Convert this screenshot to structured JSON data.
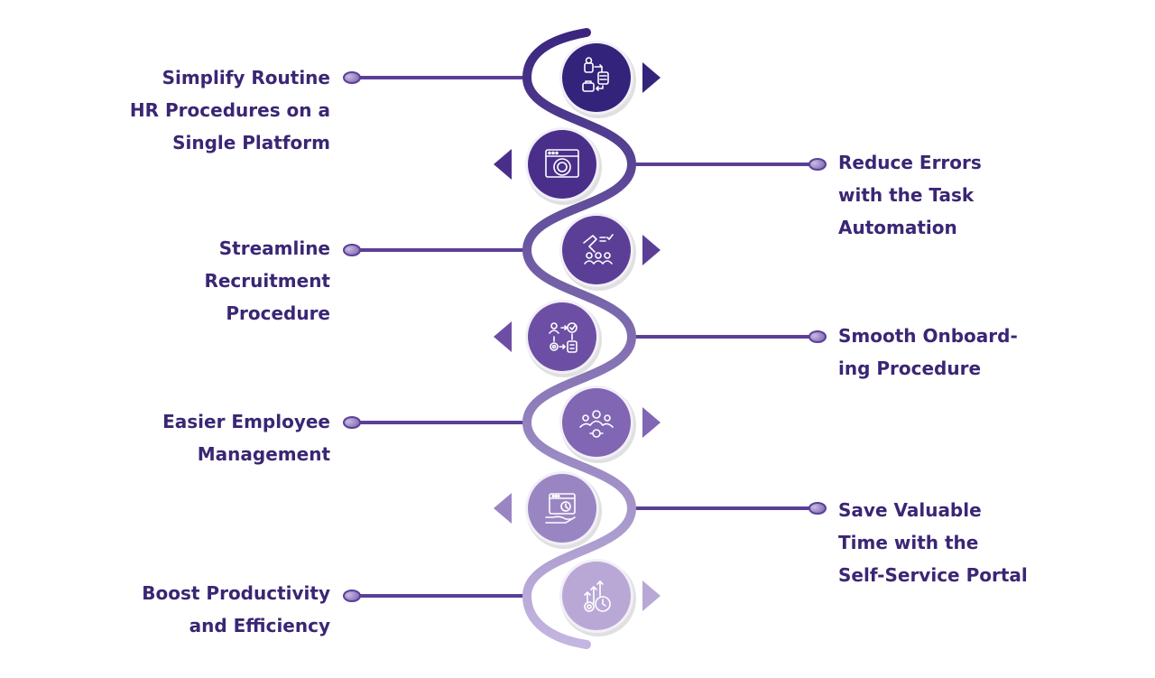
{
  "items": [
    {
      "lines": [
        "Simplify Routine",
        "HR Procedures on a",
        "Single Platform"
      ],
      "icon": "workflow-icon",
      "color": "#33237a"
    },
    {
      "lines": [
        "Reduce Errors",
        "with the Task",
        "Automation"
      ],
      "icon": "browser-gear-icon",
      "color": "#4a2f8a"
    },
    {
      "lines": [
        "Streamline",
        "Recruitment",
        "Procedure"
      ],
      "icon": "recruitment-icon",
      "color": "#5b3f97"
    },
    {
      "lines": [
        "Smooth Onboard-",
        "ing Procedure"
      ],
      "icon": "onboarding-flow-icon",
      "color": "#6c4fa4"
    },
    {
      "lines": [
        "Easier Employee",
        "Management"
      ],
      "icon": "team-icon",
      "color": "#8066b3"
    },
    {
      "lines": [
        "Save Valuable",
        "Time with the",
        "Self-Service Portal"
      ],
      "icon": "self-service-icon",
      "color": "#9a85c3"
    },
    {
      "lines": [
        "Boost Productivity",
        "and Efficiency"
      ],
      "icon": "productivity-icon",
      "color": "#b9a8d6"
    }
  ]
}
